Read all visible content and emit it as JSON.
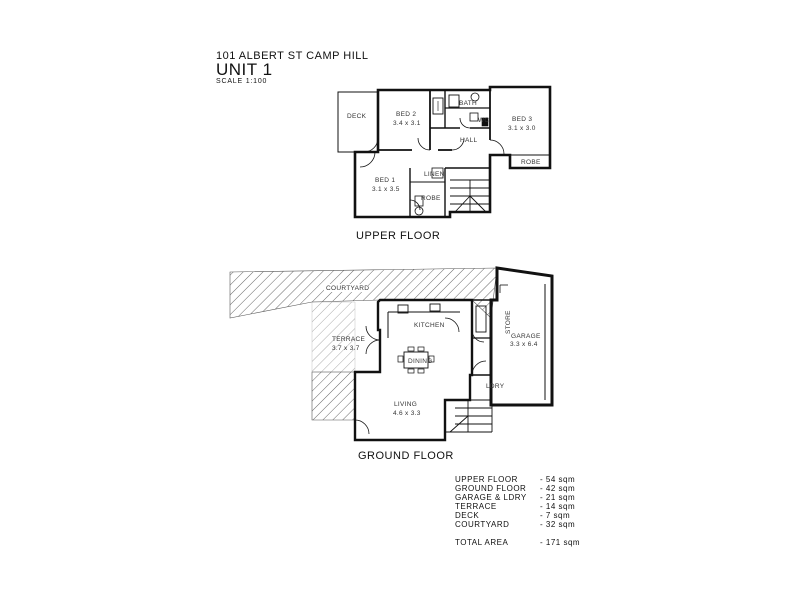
{
  "header": {
    "address": "101 ALBERT ST CAMP HILL",
    "unit": "UNIT 1",
    "scale": "SCALE 1:100"
  },
  "upper_floor": {
    "title": "UPPER FLOOR",
    "rooms": {
      "deck": "DECK",
      "bed2": "BED 2",
      "bed2_size": "3.4 x 3.1",
      "bed3": "BED 3",
      "bed3_size": "3.1 x 3.0",
      "bed1": "BED 1",
      "bed1_size": "3.1 x 3.5",
      "hall": "HALL",
      "bath": "BATH",
      "wc": "WC",
      "linen": "LINEN",
      "robe_bed3": "ROBE",
      "robe_bed1": "ROBE"
    }
  },
  "ground_floor": {
    "title": "GROUND FLOOR",
    "rooms": {
      "courtyard": "COURTYARD",
      "terrace": "TERRACE",
      "terrace_size": "3.7 x 3.7",
      "kitchen": "KITCHEN",
      "dining": "DINING",
      "living": "LIVING",
      "living_size": "4.6 x 3.3",
      "garage": "GARAGE",
      "garage_size": "3.3 x 6.4",
      "laundry": "LDRY",
      "store": "STORE"
    }
  },
  "areas": [
    {
      "name": "UPPER FLOOR",
      "value": "- 54 sqm"
    },
    {
      "name": "GROUND FLOOR",
      "value": "- 42 sqm"
    },
    {
      "name": "GARAGE & LDRY",
      "value": "- 21 sqm"
    },
    {
      "name": "TERRACE",
      "value": "- 14 sqm"
    },
    {
      "name": "DECK",
      "value": "- 7 sqm"
    },
    {
      "name": "COURTYARD",
      "value": "- 32 sqm"
    }
  ],
  "total": {
    "name": "TOTAL AREA",
    "value": "- 171 sqm"
  }
}
